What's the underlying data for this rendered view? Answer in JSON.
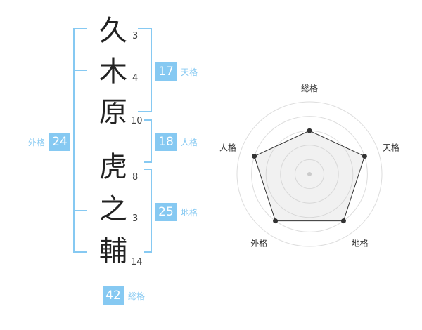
{
  "name": {
    "characters": [
      {
        "char": "久",
        "strokes": "3"
      },
      {
        "char": "木",
        "strokes": "4"
      },
      {
        "char": "原",
        "strokes": "10"
      },
      {
        "char": "虎",
        "strokes": "8"
      },
      {
        "char": "之",
        "strokes": "3"
      },
      {
        "char": "輔",
        "strokes": "14"
      }
    ]
  },
  "fortunes": {
    "tenkaku": {
      "value": "17",
      "label": "天格"
    },
    "jinkaku": {
      "value": "18",
      "label": "人格"
    },
    "chikaku": {
      "value": "25",
      "label": "地格"
    },
    "gaikaku": {
      "value": "24",
      "label": "外格"
    },
    "soukaku": {
      "value": "42",
      "label": "総格"
    }
  },
  "colors": {
    "accent": "#86c9f2",
    "text": "#222222"
  },
  "chart_data": {
    "type": "radar",
    "axes": [
      "総格",
      "天格",
      "地格",
      "外格",
      "人格"
    ],
    "max": 5,
    "rings": 5,
    "values": [
      3,
      4,
      4,
      4,
      4
    ]
  }
}
